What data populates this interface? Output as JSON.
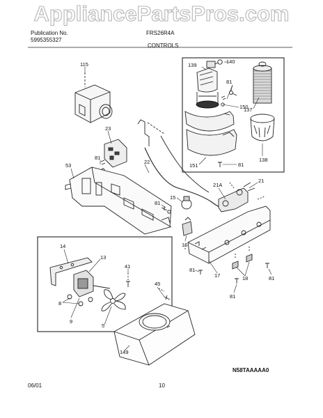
{
  "watermark": {
    "text": "AppliancePartsPros.com",
    "color": "#bfbfbf"
  },
  "header": {
    "publication_label": "Publication No.",
    "publication_number": "5995355327",
    "model": "FRS26R4A",
    "section": "CONTROLS"
  },
  "footer": {
    "date": "06/01",
    "page": "10",
    "diagram_code": "N58TAAAAA0"
  },
  "callouts": {
    "c115": "115",
    "c139": "139",
    "c140": "140",
    "c81a": "81",
    "c150": "150",
    "c137": "137",
    "c151": "151",
    "c81b": "81",
    "c138": "138",
    "c23": "23",
    "c81c": "81",
    "c22": "22",
    "c53": "53",
    "c21a": "21A",
    "c21": "21",
    "c15": "15",
    "c81d": "81",
    "c16": "16",
    "c14": "14",
    "c13": "13",
    "c41": "41",
    "c8": "8",
    "c9": "9",
    "c5": "5",
    "c45": "45",
    "c81e": "81",
    "c17": "17",
    "c18": "18",
    "c81f": "81",
    "c81g": "81",
    "c149": "149"
  }
}
